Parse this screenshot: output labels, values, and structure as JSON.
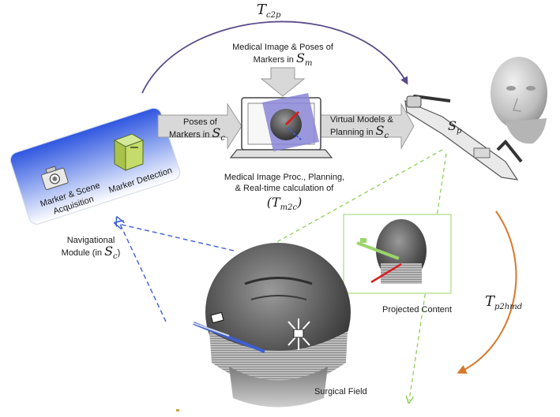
{
  "colors": {
    "top_arc": "#5a4a8a",
    "right_arc": "#d9782a",
    "green_dash": "#8ecf5a",
    "blue_dash": "#3e5fd0",
    "nav_box_top": "#2f56e0",
    "nav_box_bottom": "#ffffff",
    "arrow_fill": "#d8d8d8",
    "projected_box": "#9ad56a"
  },
  "top_arc": {
    "symbol": "T",
    "subscript": "c2p"
  },
  "right_arc": {
    "symbol": "T",
    "subscript": "p2hmd"
  },
  "medical_input": {
    "line1": "Medical Image & Poses of",
    "line2": "Markers  in",
    "symbol": "S",
    "subscript": "m"
  },
  "poses_left": {
    "line1": "Poses of",
    "line2": "Markers in",
    "symbol": "S",
    "subscript": "c"
  },
  "virtual_models": {
    "line1": "Virtual Models &",
    "line2": "Planning in",
    "symbol": "S",
    "subscript": "c"
  },
  "hmd_frame": {
    "symbol": "S",
    "subscript": "p"
  },
  "processing": {
    "line1": "Medical Image Proc., Planning,",
    "line2": "& Real-time calculation of",
    "open": "(",
    "symbol": "T",
    "subscript": "m2c",
    "close": ")"
  },
  "nav_box": {
    "item1_line1": "Marker & Scene",
    "item1_line2": "Acquisition",
    "item2": "Marker Detection"
  },
  "nav_module": {
    "line1": "Navigational",
    "line2": "Module (in",
    "symbol": "S",
    "subscript": "c",
    "close": ")"
  },
  "projected_content": "Projected Content",
  "surgical_field": "Surgical Field",
  "icons": [
    "camera-icon",
    "computer-tower-icon",
    "laptop-icon",
    "head-model-icon",
    "hmd-glasses-icon",
    "skull-model-icon",
    "surgical-tool-icon",
    "marker-icon"
  ]
}
